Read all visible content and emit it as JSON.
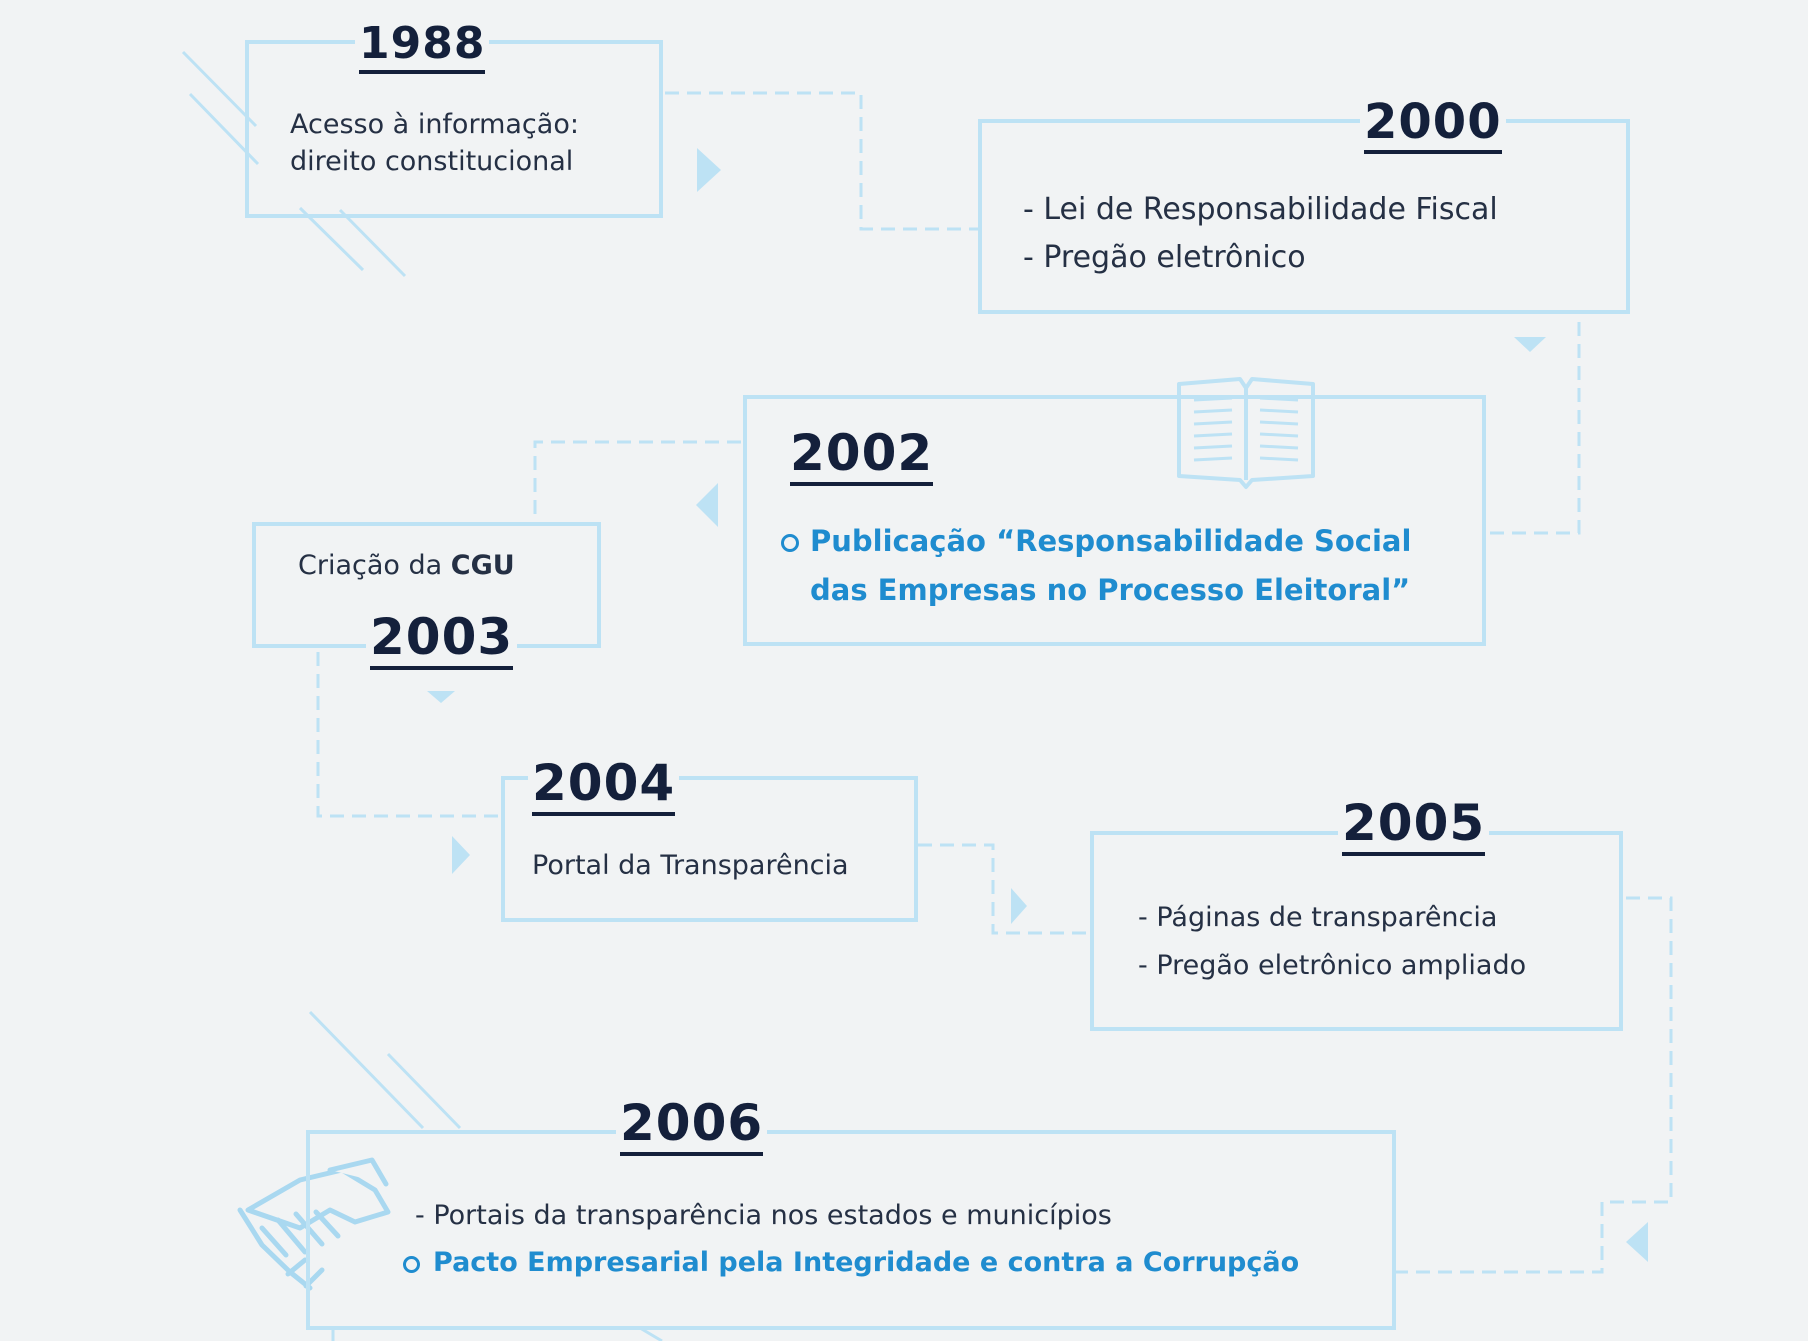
{
  "colors": {
    "background": "#f1f3f4",
    "box_border": "#bde2f4",
    "connector": "#bde2f4",
    "year_text": "#14203b",
    "body_text": "#253044",
    "highlight": "#1f8ccf"
  },
  "events": {
    "e1988": {
      "year": "1988",
      "line1": "Acesso à informação:",
      "line2": "direito constitucional"
    },
    "e2000": {
      "year": "2000",
      "items": [
        "- Lei de Responsabilidade Fiscal",
        "- Pregão eletrônico"
      ]
    },
    "e2002": {
      "year": "2002",
      "highlight_line1": "Publicação “Responsabilidade Social",
      "highlight_line2": "das Empresas no Processo Eleitoral”",
      "icon": "open-book-icon"
    },
    "e2003": {
      "year": "2003",
      "text_prefix": "Criação da ",
      "text_bold": "CGU"
    },
    "e2004": {
      "year": "2004",
      "text": "Portal da Transparência"
    },
    "e2005": {
      "year": "2005",
      "items": [
        "- Páginas de transparência",
        "- Pregão eletrônico ampliado"
      ]
    },
    "e2006": {
      "year": "2006",
      "item": "- Portais da transparência nos estados e municípios",
      "highlight": "Pacto Empresarial pela Integridade e contra a Corrupção",
      "icon": "handshake-icon"
    }
  }
}
